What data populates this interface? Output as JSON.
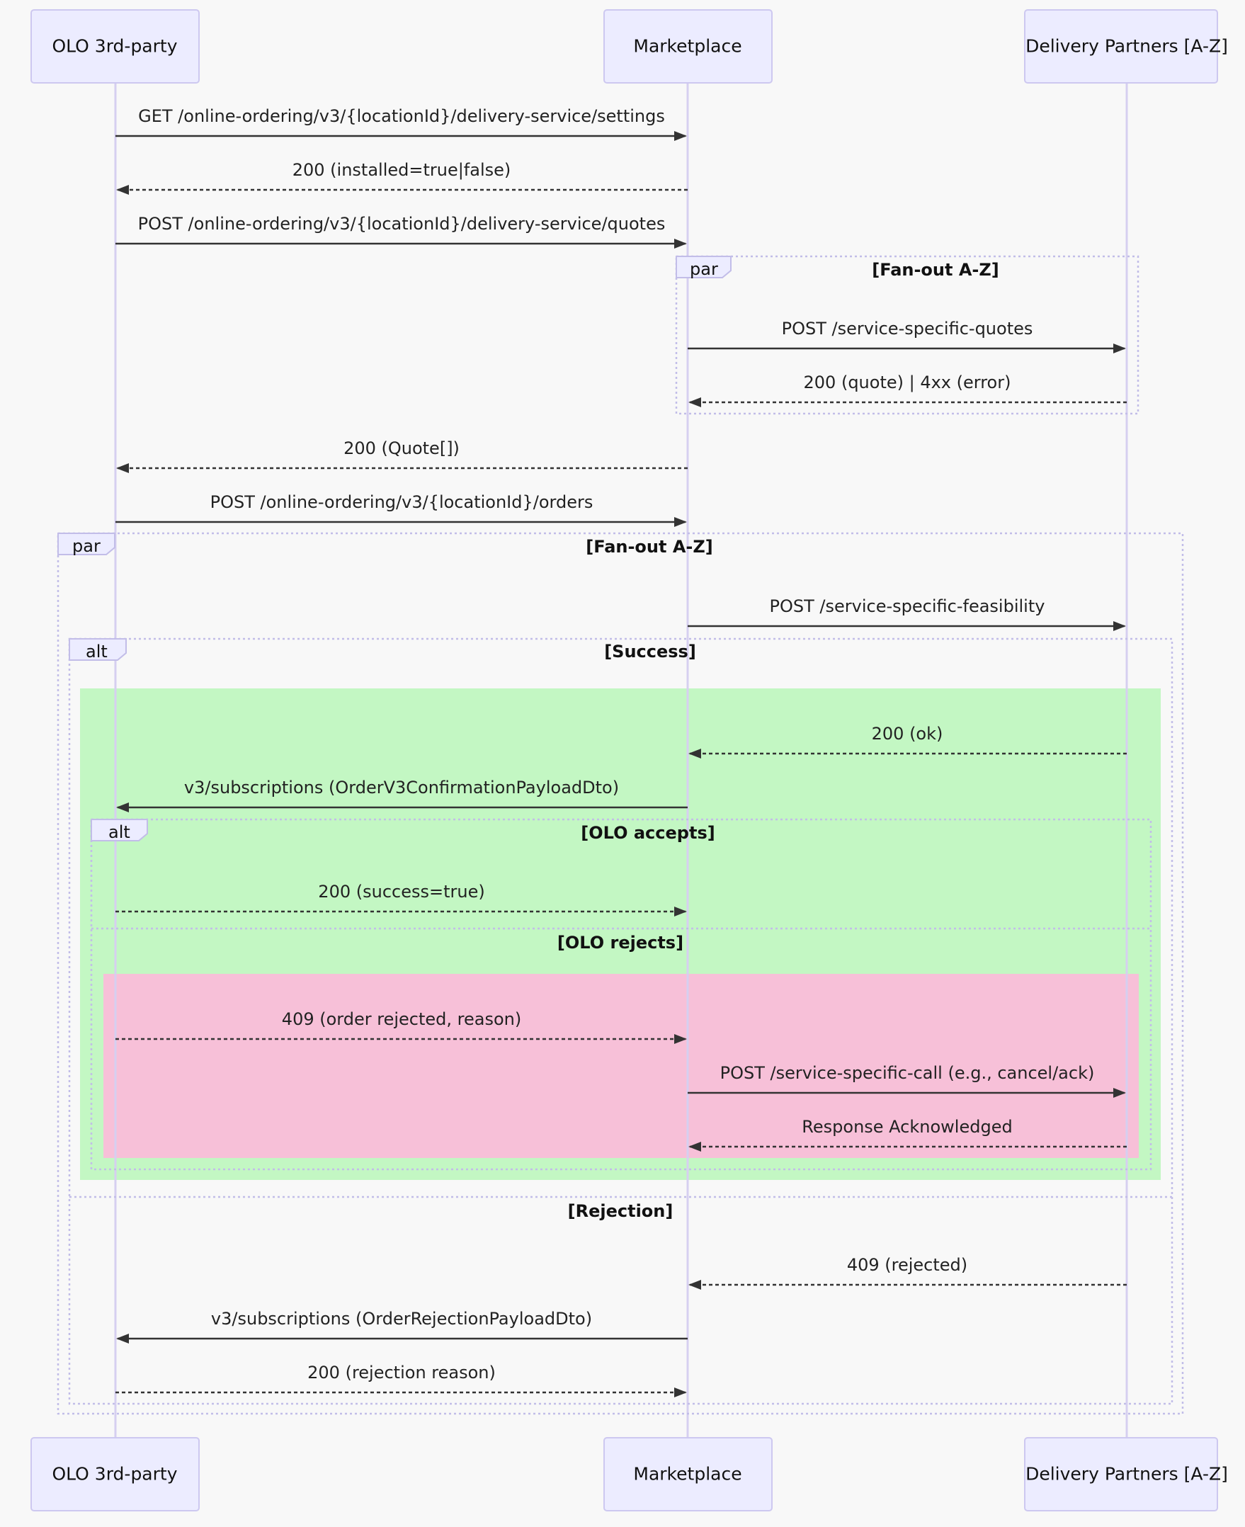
{
  "participants": [
    {
      "id": "olo",
      "label": "OLO 3rd-party"
    },
    {
      "id": "mkt",
      "label": "Marketplace"
    },
    {
      "id": "dp",
      "label": "Delivery Partners [A-Z]"
    }
  ],
  "colors": {
    "success_rect": "#c3f7c3",
    "rejects_rect": "#f7c0d8"
  },
  "messages": [
    {
      "from": "olo",
      "to": "mkt",
      "label": "GET /online-ordering/v3/{locationId}/delivery-service/settings",
      "style": "solid"
    },
    {
      "from": "mkt",
      "to": "olo",
      "label": "200 (installed=true|false)",
      "style": "dashed"
    },
    {
      "from": "olo",
      "to": "mkt",
      "label": "POST /online-ordering/v3/{locationId}/delivery-service/quotes",
      "style": "solid"
    },
    {
      "from": "mkt",
      "to": "dp",
      "label": "POST /service-specific-quotes",
      "style": "solid"
    },
    {
      "from": "dp",
      "to": "mkt",
      "label": "200 (quote) | 4xx (error)",
      "style": "dashed"
    },
    {
      "from": "mkt",
      "to": "olo",
      "label": "200 (Quote[])",
      "style": "dashed"
    },
    {
      "from": "olo",
      "to": "mkt",
      "label": "POST /online-ordering/v3/{locationId}/orders",
      "style": "solid"
    },
    {
      "from": "mkt",
      "to": "dp",
      "label": "POST /service-specific-feasibility",
      "style": "solid"
    },
    {
      "from": "dp",
      "to": "mkt",
      "label": "200 (ok)",
      "style": "dashed"
    },
    {
      "from": "mkt",
      "to": "olo",
      "label": "v3/subscriptions (OrderV3ConfirmationPayloadDto)",
      "style": "solid"
    },
    {
      "from": "olo",
      "to": "mkt",
      "label": "200 (success=true)",
      "style": "dashed"
    },
    {
      "from": "olo",
      "to": "mkt",
      "label": "409 (order rejected, reason)",
      "style": "dashed"
    },
    {
      "from": "mkt",
      "to": "dp",
      "label": "POST /service-specific-call (e.g., cancel/ack)",
      "style": "solid"
    },
    {
      "from": "dp",
      "to": "mkt",
      "label": "Response Acknowledged",
      "style": "dashed"
    },
    {
      "from": "dp",
      "to": "mkt",
      "label": "409 (rejected)",
      "style": "dashed"
    },
    {
      "from": "mkt",
      "to": "olo",
      "label": "v3/subscriptions (OrderRejectionPayloadDto)",
      "style": "solid"
    },
    {
      "from": "olo",
      "to": "mkt",
      "label": "200 (rejection reason)",
      "style": "dashed"
    }
  ],
  "fragments": [
    {
      "type": "par",
      "condition": "[Fan-out A-Z]"
    },
    {
      "type": "par",
      "condition": "[Fan-out A-Z]"
    },
    {
      "type": "alt",
      "condition": "[Success]",
      "else_condition": "[Rejection]"
    },
    {
      "type": "alt",
      "condition": "[OLO accepts]",
      "else_condition": "[OLO rejects]"
    }
  ]
}
